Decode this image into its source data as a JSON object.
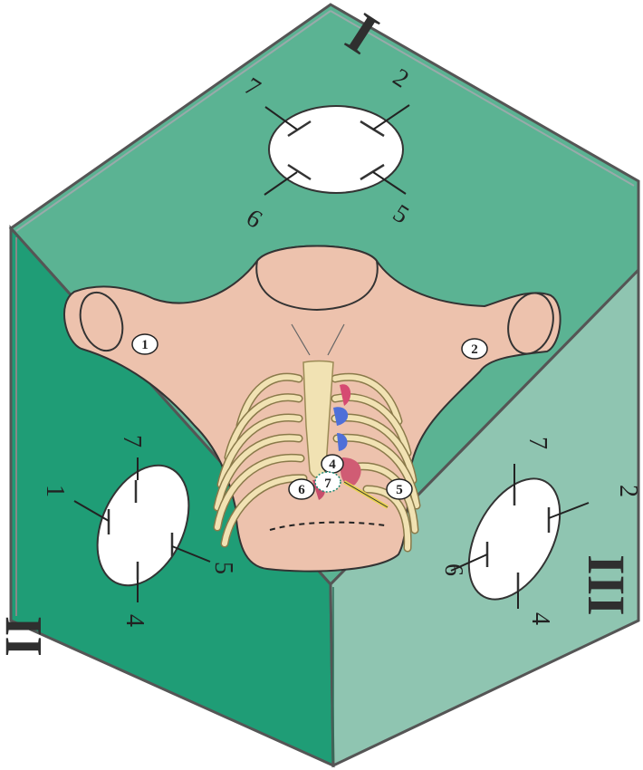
{
  "colors": {
    "top_face": "#5bb393",
    "left_face": "#1f9d76",
    "right_face": "#8fc5b1",
    "skin": "#edc2ad",
    "bone": "#f1e2b3",
    "outline": "#333333"
  },
  "faces": {
    "top": {
      "roman": "I",
      "labels": {
        "l7": "7",
        "l2": "2",
        "l6": "6",
        "l5": "5"
      }
    },
    "left": {
      "roman": "II",
      "labels": {
        "l1": "1",
        "l7": "7",
        "l4": "4",
        "l5": "5"
      }
    },
    "right": {
      "roman": "III",
      "labels": {
        "l7": "7",
        "l2": "2",
        "l6": "6",
        "l4": "4"
      }
    }
  },
  "torso": {
    "markers": {
      "m1": "1",
      "m2": "2",
      "m4": "4",
      "m5": "5",
      "m6": "6",
      "m7": "7"
    }
  },
  "icons": {
    "top_oval": "electrode-diamond-icon",
    "left_oval": "electrode-square-icon",
    "right_oval": "electrode-square-icon"
  }
}
